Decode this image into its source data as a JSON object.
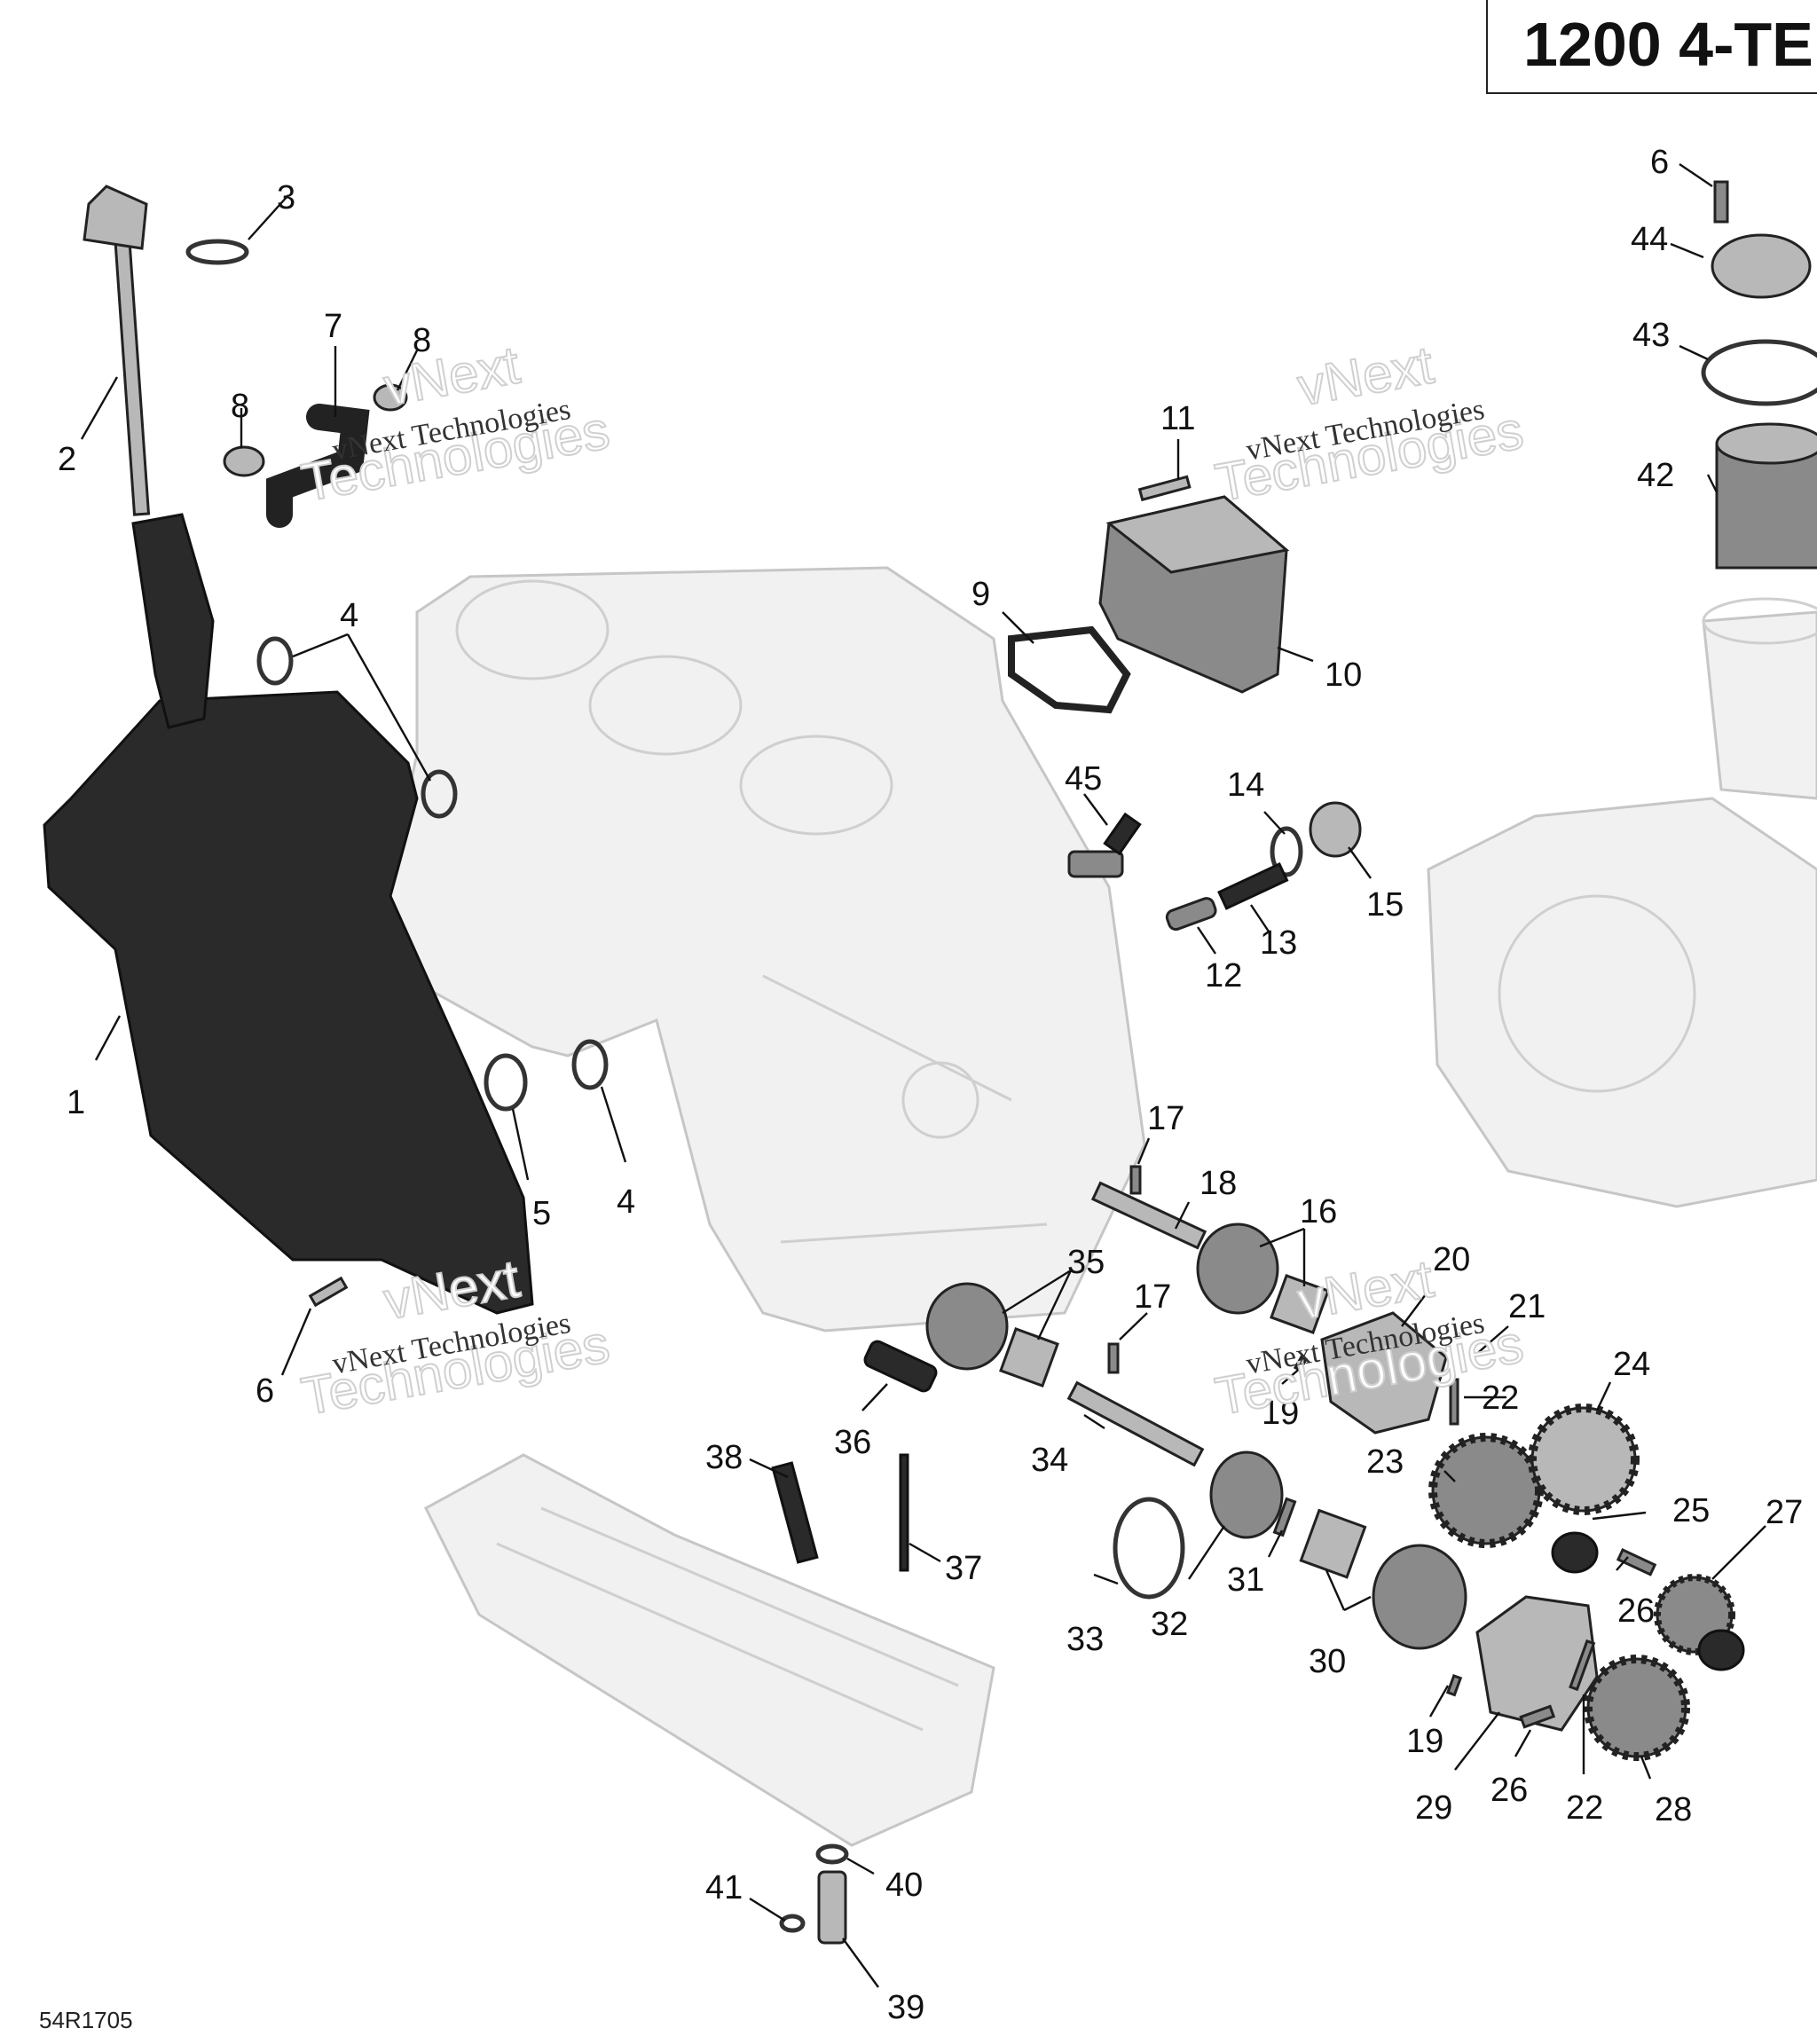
{
  "header": {
    "title": "1200 4-TE"
  },
  "footer": {
    "code": "54R1705"
  },
  "watermark": {
    "line1": "vNext Technologies",
    "line2": "vNext",
    "line3": "Technologies"
  },
  "callouts": {
    "c1": "1",
    "c2": "2",
    "c3": "3",
    "c4a": "4",
    "c4b": "4",
    "c5": "5",
    "c6a": "6",
    "c6b": "6",
    "c7": "7",
    "c8a": "8",
    "c8b": "8",
    "c9": "9",
    "c10": "10",
    "c11": "11",
    "c12": "12",
    "c13": "13",
    "c14": "14",
    "c15": "15",
    "c16": "16",
    "c17a": "17",
    "c17b": "17",
    "c18": "18",
    "c19a": "19",
    "c19b": "19",
    "c20": "20",
    "c21": "21",
    "c22a": "22",
    "c22b": "22",
    "c23": "23",
    "c24": "24",
    "c25": "25",
    "c26a": "26",
    "c26b": "26",
    "c27": "27",
    "c28": "28",
    "c29": "29",
    "c30": "30",
    "c31": "31",
    "c32": "32",
    "c33": "33",
    "c34": "34",
    "c35": "35",
    "c36": "36",
    "c37": "37",
    "c38": "38",
    "c39": "39",
    "c40": "40",
    "c41": "41",
    "c42": "42",
    "c43": "43",
    "c44": "44",
    "c45": "45"
  }
}
